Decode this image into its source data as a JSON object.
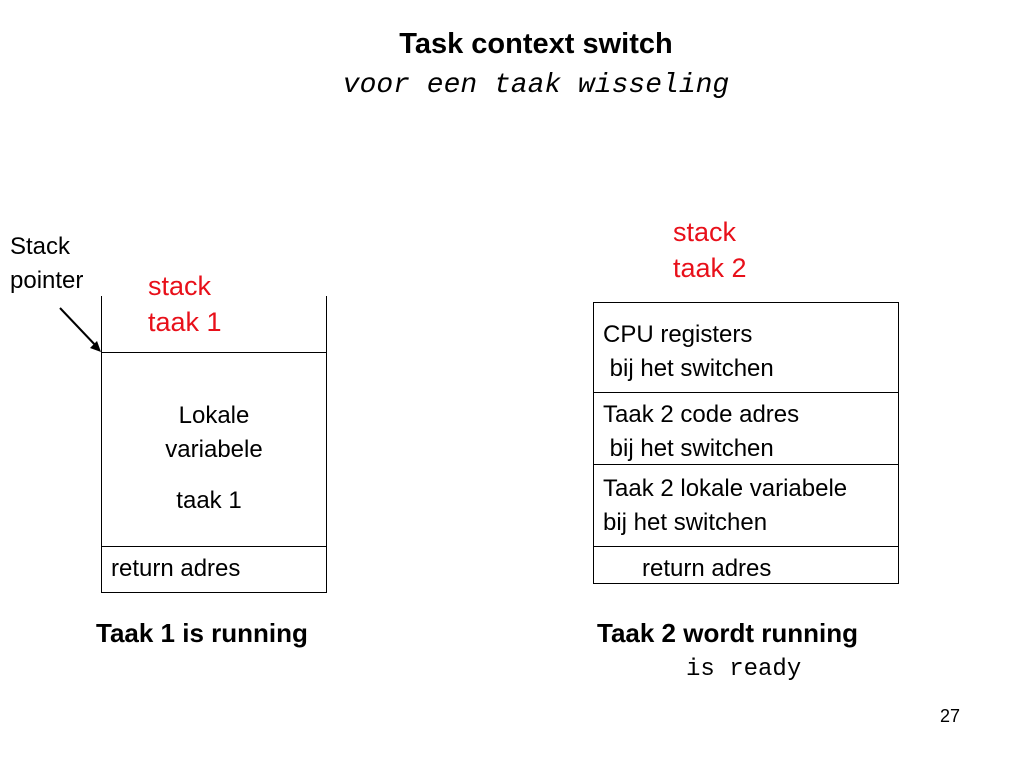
{
  "title": "Task context switch",
  "subtitle": "voor een taak wisseling",
  "stack_pointer_label": [
    "Stack",
    "pointer"
  ],
  "stack1": {
    "label": [
      "stack",
      "taak 1"
    ],
    "body": [
      "Lokale",
      "variabele",
      "taak 1"
    ],
    "bottom": "return adres",
    "caption": "Taak 1 is running"
  },
  "stack2": {
    "label": [
      "stack",
      "taak 2"
    ],
    "cells": [
      [
        "CPU registers",
        " bij het switchen"
      ],
      [
        "Taak 2 code adres",
        " bij het switchen"
      ],
      [
        "Taak 2 lokale variabele",
        "bij het switchen"
      ]
    ],
    "bottom": "return adres",
    "caption": "Taak 2 wordt running",
    "caption_sub": "is ready"
  },
  "page_number": "27",
  "colors": {
    "accent_red": "#e8101a"
  }
}
